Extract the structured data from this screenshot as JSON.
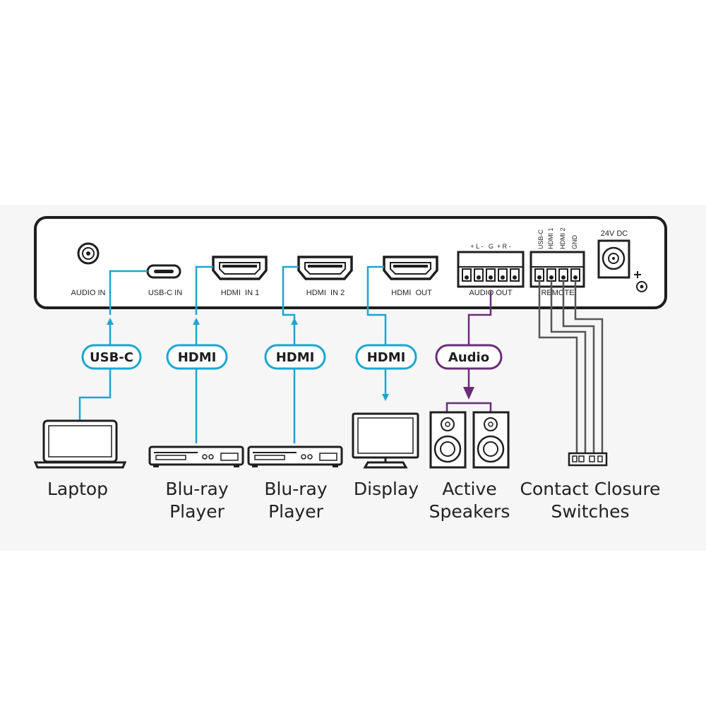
{
  "colors": {
    "cyan": "#1aa6d2",
    "purple": "#6b2c78",
    "dark": "#1e1e1e",
    "gray": "#6a6a6a",
    "backdrop": "#f6f6f6"
  },
  "panel": {
    "ports": {
      "audio_in": "AUDIO IN",
      "usbc_in": "USB-C IN",
      "hdmi_in1": "HDMI  IN 1",
      "hdmi_in2": "HDMI  IN 2",
      "hdmi_out": "HDMI  OUT",
      "audio_out": "AUDIO OUT",
      "audio_out_pins": "+ L -   G  + R -",
      "remote": "REMOTE",
      "remote_pins": [
        "USB-C",
        "HDMI 1",
        "HDMI 2",
        "GND"
      ],
      "power": "24V DC"
    }
  },
  "connections": {
    "usbc": "USB-C",
    "hdmi1": "HDMI",
    "hdmi2": "HDMI",
    "hdmi_out": "HDMI",
    "audio": "Audio"
  },
  "devices": {
    "laptop": [
      "Laptop"
    ],
    "bluray1": [
      "Blu-ray",
      "Player"
    ],
    "bluray2": [
      "Blu-ray",
      "Player"
    ],
    "display": [
      "Display"
    ],
    "speakers": [
      "Active",
      "Speakers"
    ],
    "switches": [
      "Contact Closure",
      "Switches"
    ]
  },
  "icons": [
    "audio-jack-icon",
    "usbc-port-icon",
    "hdmi-port-icon",
    "terminal-block-icon",
    "dc-power-jack-icon",
    "laptop-icon",
    "bluray-player-icon",
    "display-icon",
    "speaker-icon",
    "contact-switch-icon"
  ]
}
